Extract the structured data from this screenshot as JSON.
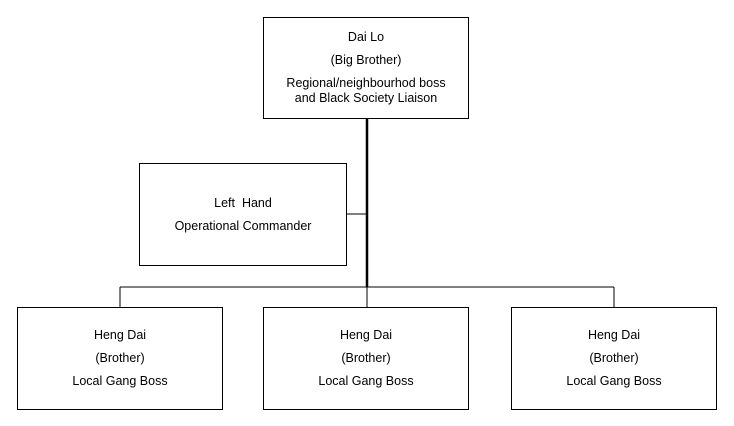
{
  "top": {
    "name": "Dai Lo",
    "title": "(Big Brother)",
    "desc_line1": "Regional/neighbourhod boss",
    "desc_line2": "and Black Society Liaison"
  },
  "left_hand": {
    "name": "Left  Hand",
    "desc": "Operational Commander"
  },
  "subordinates": [
    {
      "name": "Heng Dai",
      "title": "(Brother)",
      "desc": "Local Gang Boss"
    },
    {
      "name": "Heng Dai",
      "title": "(Brother)",
      "desc": "Local Gang Boss"
    },
    {
      "name": "Heng Dai",
      "title": "(Brother)",
      "desc": "Local Gang Boss"
    }
  ],
  "colors": {
    "line": "#000000",
    "box_border": "#000000",
    "background": "#ffffff"
  }
}
